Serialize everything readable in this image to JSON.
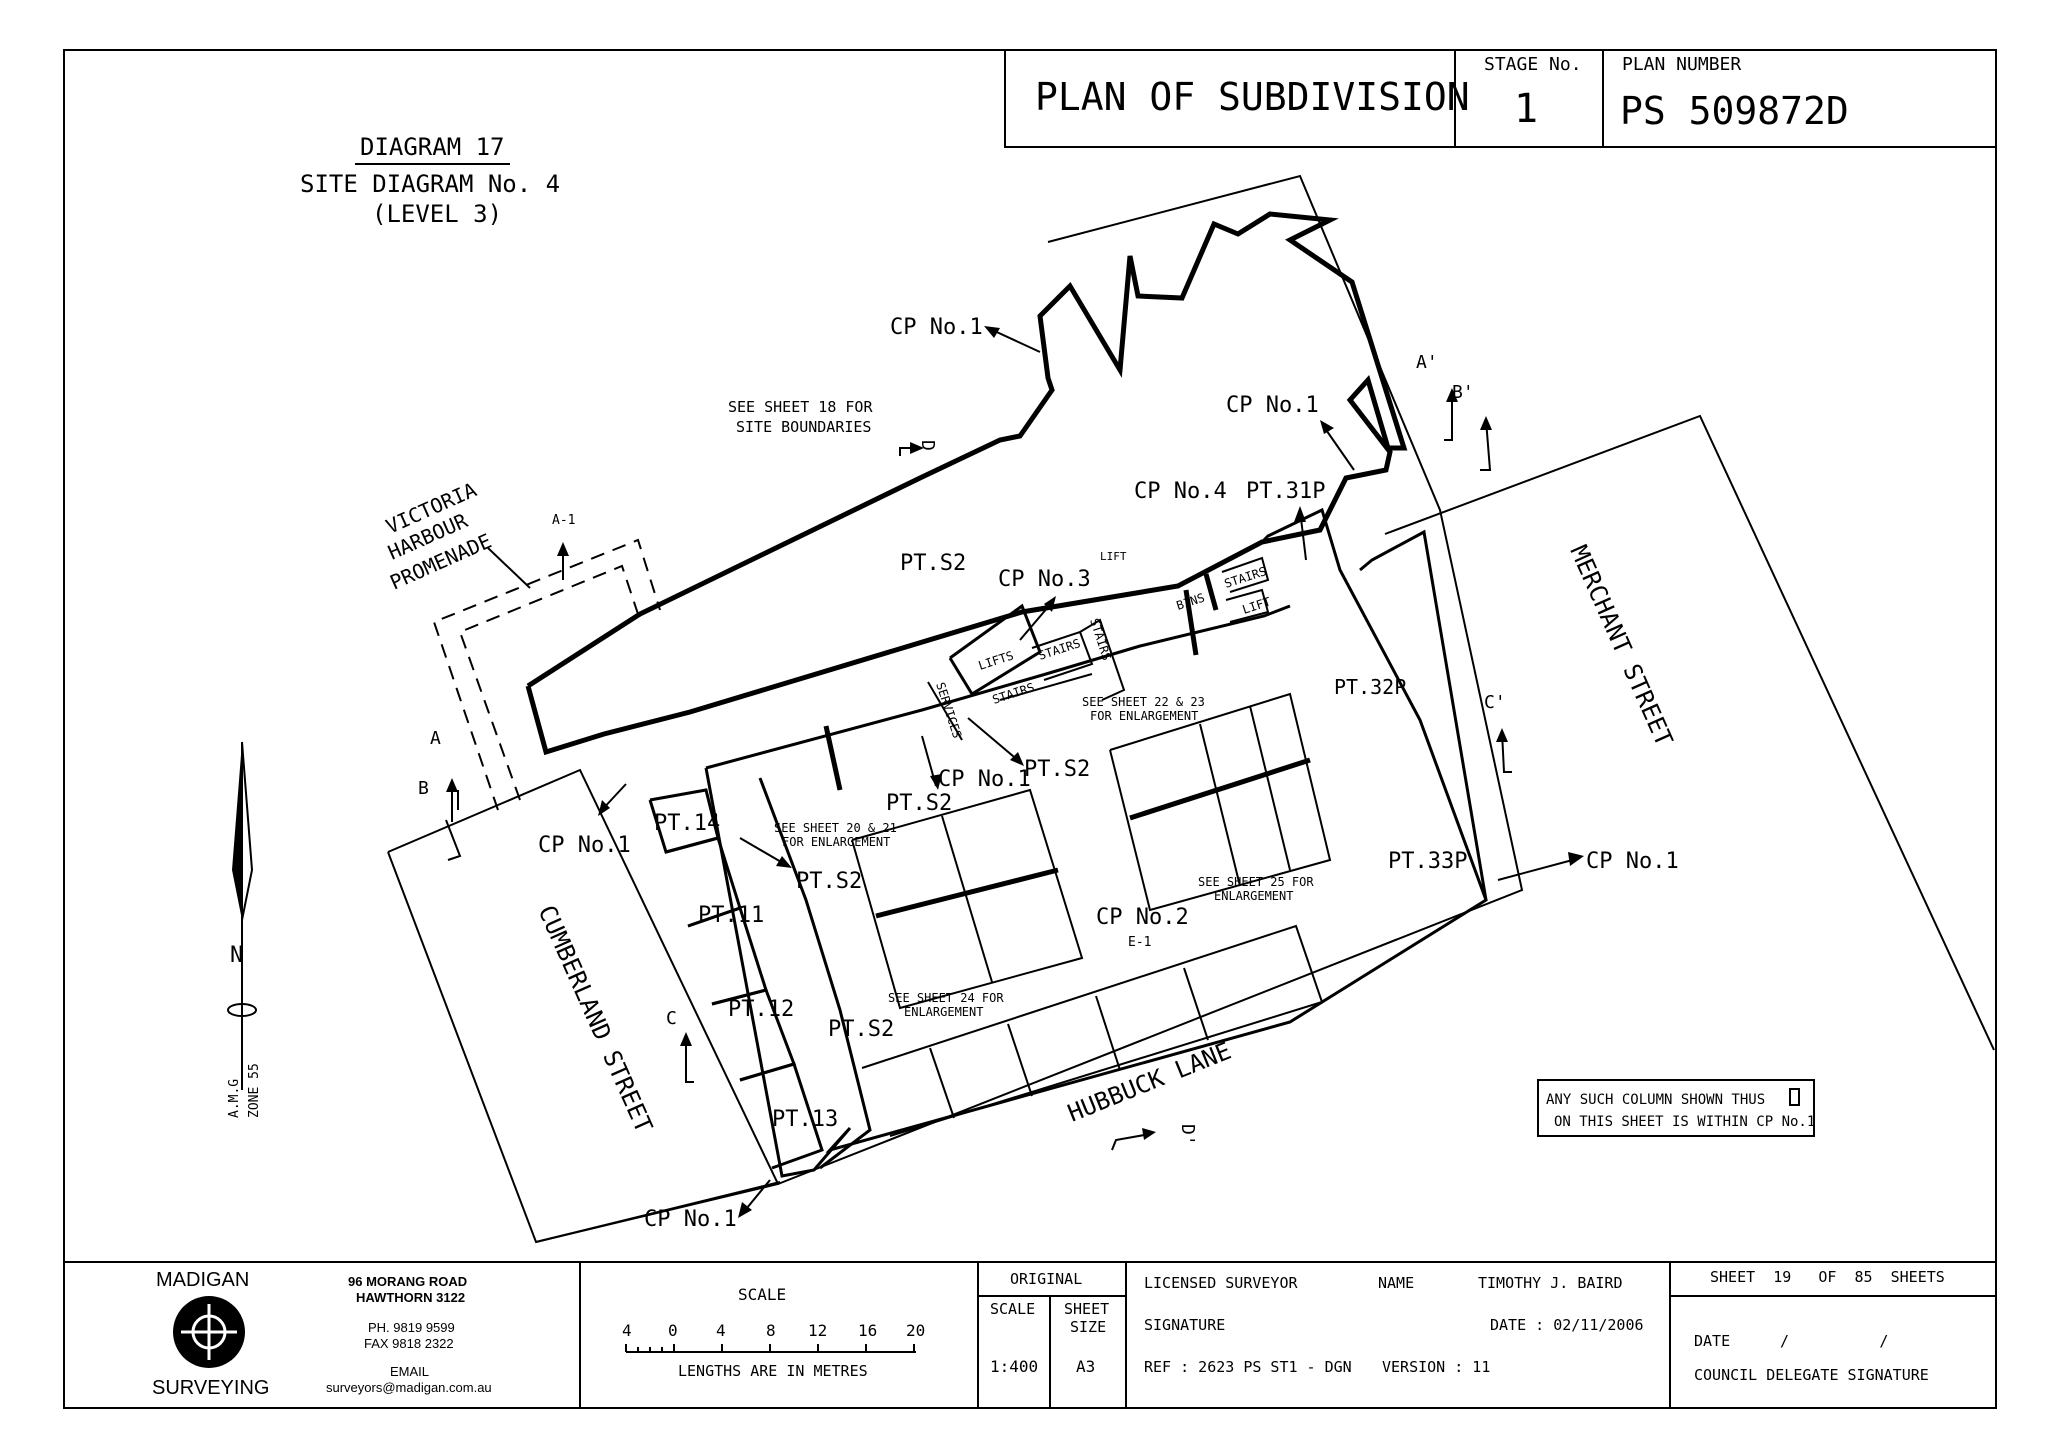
{
  "title_block": {
    "plan_title": "PLAN OF SUBDIVISION",
    "stage_label": "STAGE No.",
    "stage_value": "1",
    "plan_number_label": "PLAN NUMBER",
    "plan_number": "PS 509872D"
  },
  "diagram_heading": {
    "line1": "DIAGRAM 17",
    "line2": "SITE DIAGRAM No. 4",
    "line3": "(LEVEL 3)"
  },
  "labels": {
    "cp1": "CP No.1",
    "cp2": "CP No.2",
    "cp3": "CP No.3",
    "cp4": "CP No.4",
    "e1": "E-1",
    "pt_s2": "PT.S2",
    "pt14": "PT.14",
    "pt11": "PT.11",
    "pt12": "PT.12",
    "pt13": "PT.13",
    "pt31p": "PT.31P",
    "pt32p": "PT.32P",
    "pt33p": "PT.33P",
    "lifts": "LIFTS",
    "lift": "LIFT",
    "stairs": "STAIRS",
    "bins": "BINS",
    "services": "SERVICES",
    "see18_1": "SEE SHEET 18 FOR",
    "see18_2": "SITE BOUNDARIES",
    "see2021_1": "SEE SHEET 20 & 21",
    "see2021_2": "FOR ENLARGEMENT",
    "see2223_1": "SEE SHEET 22 & 23",
    "see2223_2": "FOR ENLARGEMENT",
    "see24_1": "SEE SHEET 24 FOR",
    "see24_2": "ENLARGEMENT",
    "see25_1": "SEE SHEET 25 FOR",
    "see25_2": "ENLARGEMENT",
    "victoria": "VICTORIA",
    "harbour": "HARBOUR",
    "promenade": "PROMENADE",
    "a1": "A-1",
    "a": "A",
    "b": "B",
    "a_prime": "A'",
    "b_prime": "B'",
    "c": "C",
    "c_prime": "C'",
    "d": "D",
    "d_prime": "D'",
    "cumberland": "CUMBERLAND STREET",
    "merchant": "MERCHANT STREET",
    "hubbuck": "HUBBUCK LANE",
    "north": "N",
    "amg": "A.M.G",
    "zone": "ZONE 55",
    "column_note1": "ANY SUCH COLUMN SHOWN THUS",
    "column_note2": "ON THIS SHEET IS WITHIN CP No.1"
  },
  "footer": {
    "company_top": "MADIGAN",
    "company_bottom": "SURVEYING",
    "address1": "96 MORANG ROAD",
    "address2": "HAWTHORN 3122",
    "phone": "PH. 9819 9599",
    "fax": "FAX 9818 2322",
    "email_label": "EMAIL",
    "email": "surveyors@madigan.com.au",
    "scale_label": "SCALE",
    "scale_ticks": [
      "4",
      "0",
      "4",
      "8",
      "12",
      "16",
      "20"
    ],
    "scale_units": "LENGTHS ARE IN METRES",
    "original_label": "ORIGINAL",
    "orig_scale_label": "SCALE",
    "orig_scale_value": "1:400",
    "sheet_size_label1": "SHEET",
    "sheet_size_label2": "SIZE",
    "sheet_size_value": "A3",
    "licensed_surveyor": "LICENSED SURVEYOR",
    "name_label": "NAME",
    "name_value": "TIMOTHY J. BAIRD",
    "signature_label": "SIGNATURE",
    "date_text": "DATE : 02/11/2006",
    "ref_text": "REF : 2623 PS ST1 - DGN",
    "version_text": "VERSION : 11",
    "sheet_of": "SHEET  19   OF  85  SHEETS",
    "date_label": "DATE",
    "date_slashes": "/          /",
    "council": "COUNCIL DELEGATE SIGNATURE"
  }
}
